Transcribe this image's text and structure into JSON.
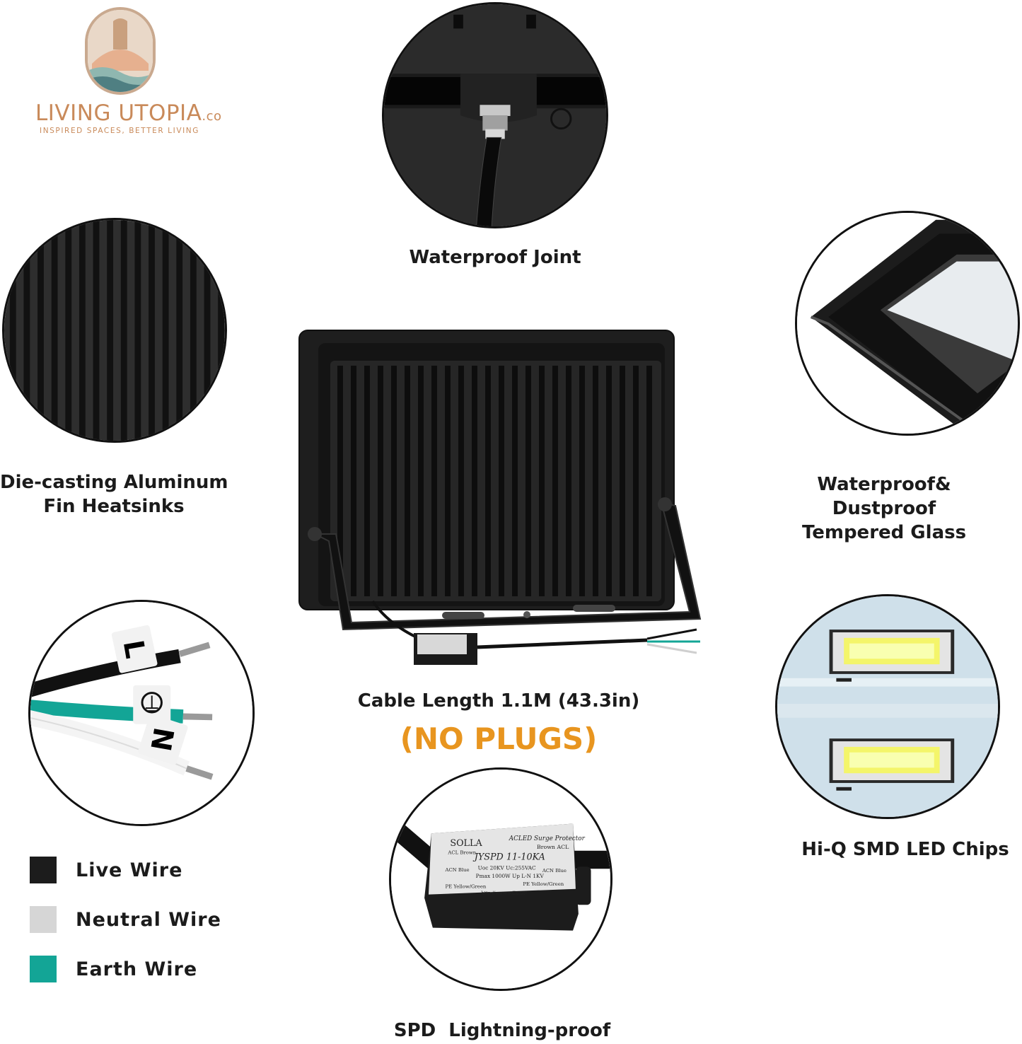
{
  "logo": {
    "name": "LIVING UTOPIA",
    "suffix": ".co",
    "tagline": "INSPIRED SPACES, BETTER LIVING"
  },
  "features": {
    "waterproof_joint": "Waterproof Joint",
    "heatsink_line1": "Die-casting Aluminum",
    "heatsink_line2": "Fin Heatsinks",
    "glass_line1": "Waterproof&",
    "glass_line2": "Dustproof",
    "glass_line3": "Tempered Glass",
    "cable_length": "Cable Length 1.1M (43.3in)",
    "no_plugs": "(NO PLUGS)",
    "led_chips": "Hi-Q SMD LED Chips",
    "spd": "SPD  Lightning-proof"
  },
  "wire_labels": {
    "live": "L",
    "neutral": "N"
  },
  "spd_label": {
    "brand": "SOLLA",
    "title": "ACLED Surge Protector",
    "model": "JYSPD 11-10KA",
    "acl": "ACL Brown",
    "acn": "ACN Blue",
    "brown_acl": "Brown ACL",
    "acn_blue": "ACN Blue",
    "spec1": "Uoc 20KV  Uc:255VAC",
    "spec2": "Pmax 1000W  Up L-N 1KV",
    "pe_left": "PE Yellow/Green",
    "pe_right": "PE Yellow/Green",
    "url": "http://www.sollu.us/"
  },
  "legend": [
    {
      "label": "Live Wire",
      "color": "#1c1c1c"
    },
    {
      "label": "Neutral Wire",
      "color": "#d6d6d6"
    },
    {
      "label": "Earth Wire",
      "color": "#13a596"
    }
  ],
  "colors": {
    "accent": "#e8951f",
    "text": "#1b1b1b",
    "earth": "#13a596"
  }
}
